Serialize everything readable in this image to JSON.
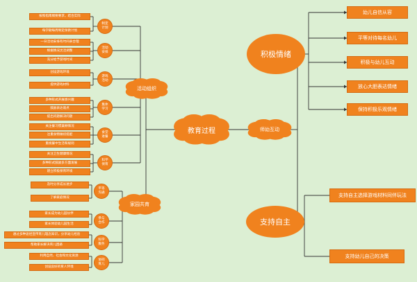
{
  "center": {
    "label": "教育过程"
  },
  "activity_org": {
    "label": "活动组织",
    "groups": [
      {
        "label": "制定\n计划",
        "items": [
          "按照指南纲要要求，结合实际",
          "每学期每周制定保教计划"
        ]
      },
      {
        "label": "活动\n安排",
        "items": [
          "一日活动安排有时间表合理",
          "根据情况灵活调整",
          "充分给予游戏时间"
        ]
      },
      {
        "label": "游戏\n活动",
        "items": [
          "创设游戏环境",
          "提供游戏材料"
        ]
      },
      {
        "label": "集体\n学习",
        "items": [
          "多种形式开展感兴趣",
          "鼓励表达观点",
          "提出问题解决问题"
        ]
      },
      {
        "label": "食堂\n进餐",
        "items": [
          "关注餐习惯兼顾情况",
          "注重食物做初搭配",
          "重视餐中生活和规则"
        ]
      },
      {
        "label": "科学\n保育",
        "items": [
          "关注卫生健康情况",
          "多种形式鼓励多方面发展",
          "建立积极保育环境"
        ]
      }
    ]
  },
  "home_coop": {
    "label": "家园共育",
    "groups": [
      {
        "label": "平等\n沟通",
        "items": [
          "及时分享成长进步",
          "了解家庭情况"
        ]
      },
      {
        "label": "参与\n合作",
        "items": [
          "家长成为幼儿园伙伴",
          "家长体验幼儿园生活"
        ]
      },
      {
        "label": "科学\n服务",
        "items": [
          "通过多种途径宣传育儿理念知识，分享幼儿经验",
          "帮助家长解决育儿困惑"
        ]
      },
      {
        "label": "协同\n育儿",
        "items": [
          "利用自然、社会和文化资源",
          "创设良好的育人环境"
        ]
      }
    ]
  },
  "interaction": {
    "label": "师幼互动"
  },
  "positive_emotion": {
    "label": "积极情绪",
    "items": [
      "幼儿自信从容",
      "平等对待每名幼儿",
      "积极与幼儿互动",
      "放心大胆表达情绪",
      "保持积极乐观情绪"
    ]
  },
  "support_autonomy": {
    "label": "支持自主",
    "items": [
      "支持自主选择游戏材料同伴玩法",
      "支持幼儿自己的决策"
    ]
  },
  "colors": {
    "fill": "#f0821e",
    "stroke": "#d56a10",
    "background": "#dcefd3",
    "line": "#333333"
  }
}
